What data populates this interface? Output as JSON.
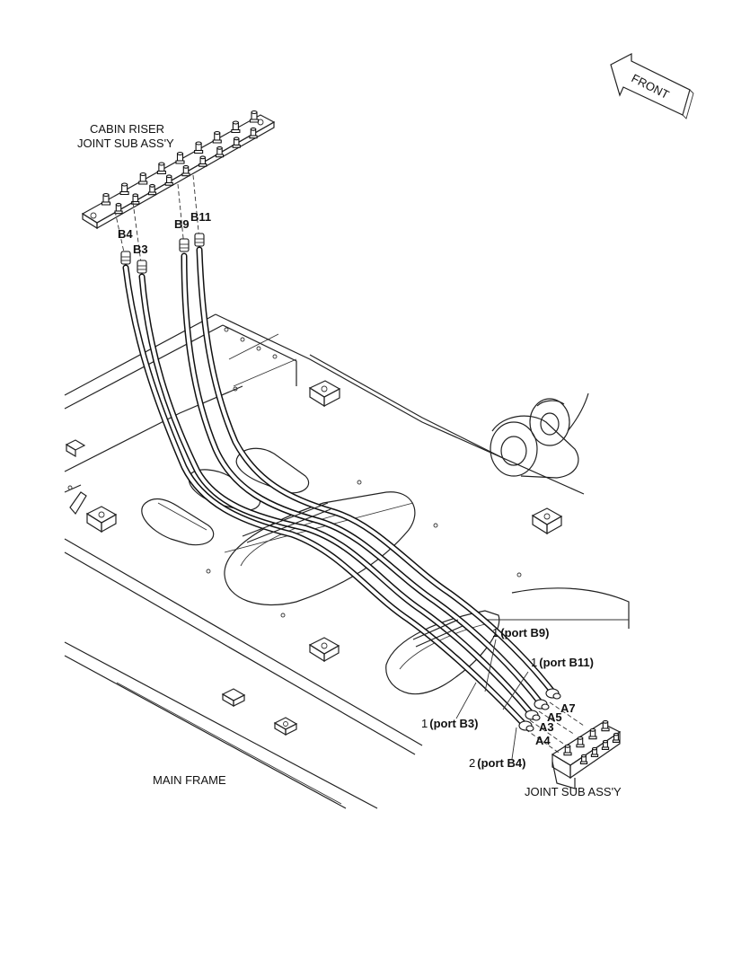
{
  "labels": {
    "front": "FRONT",
    "cabin_riser_line1": "CABIN RISER",
    "cabin_riser_line2": "JOINT SUB ASS'Y",
    "main_frame": "MAIN FRAME",
    "joint_sub_assy": "JOINT SUB ASS'Y",
    "top_ports": {
      "b4": "B4",
      "b3": "B3",
      "b9": "B9",
      "b11": "B11"
    },
    "bottom_ports": {
      "a7": "A7",
      "a5": "A5",
      "a3": "A3",
      "a4": "A4"
    },
    "callouts": [
      {
        "num": "1",
        "text": "(port B9)"
      },
      {
        "num": "1",
        "text": "(port B11)"
      },
      {
        "num": "1",
        "text": "(port B3)"
      },
      {
        "num": "2",
        "text": "(port B4)"
      }
    ]
  }
}
